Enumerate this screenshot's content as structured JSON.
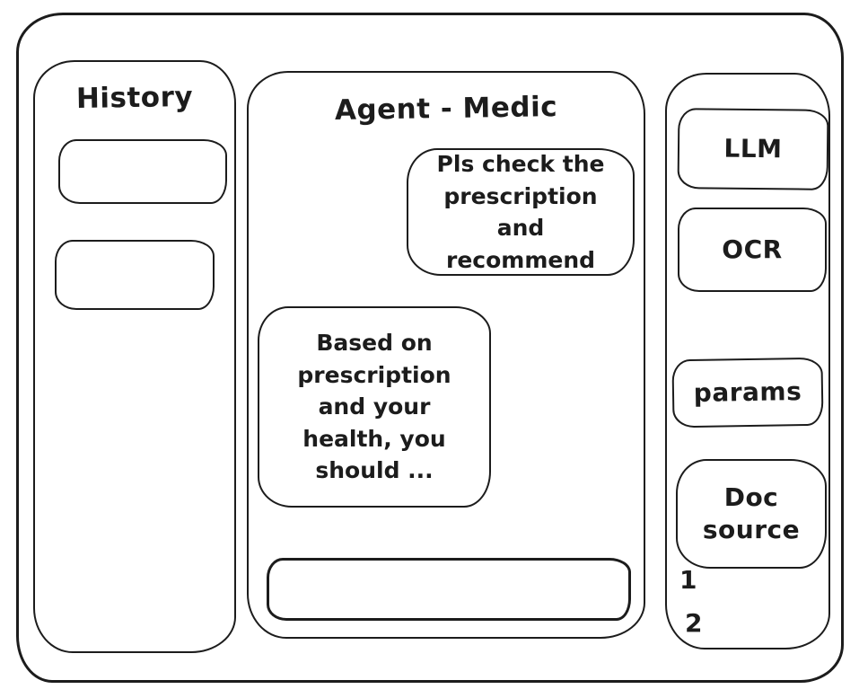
{
  "colors": {
    "stroke": "#1c1c1c",
    "background": "#ffffff"
  },
  "history": {
    "title": "History",
    "items": [
      {
        "label": ""
      },
      {
        "label": ""
      }
    ]
  },
  "chat": {
    "title": "Agent - Medic",
    "user_message": "Pls check the prescription and recommend",
    "agent_message": "Based on prescription and your health, you should ...",
    "input_value": ""
  },
  "tools": {
    "llm_label": "LLM",
    "ocr_label": "OCR",
    "params_label": "params",
    "doc_source_label": "Doc source",
    "doc_source_items": [
      "1",
      "2"
    ]
  }
}
